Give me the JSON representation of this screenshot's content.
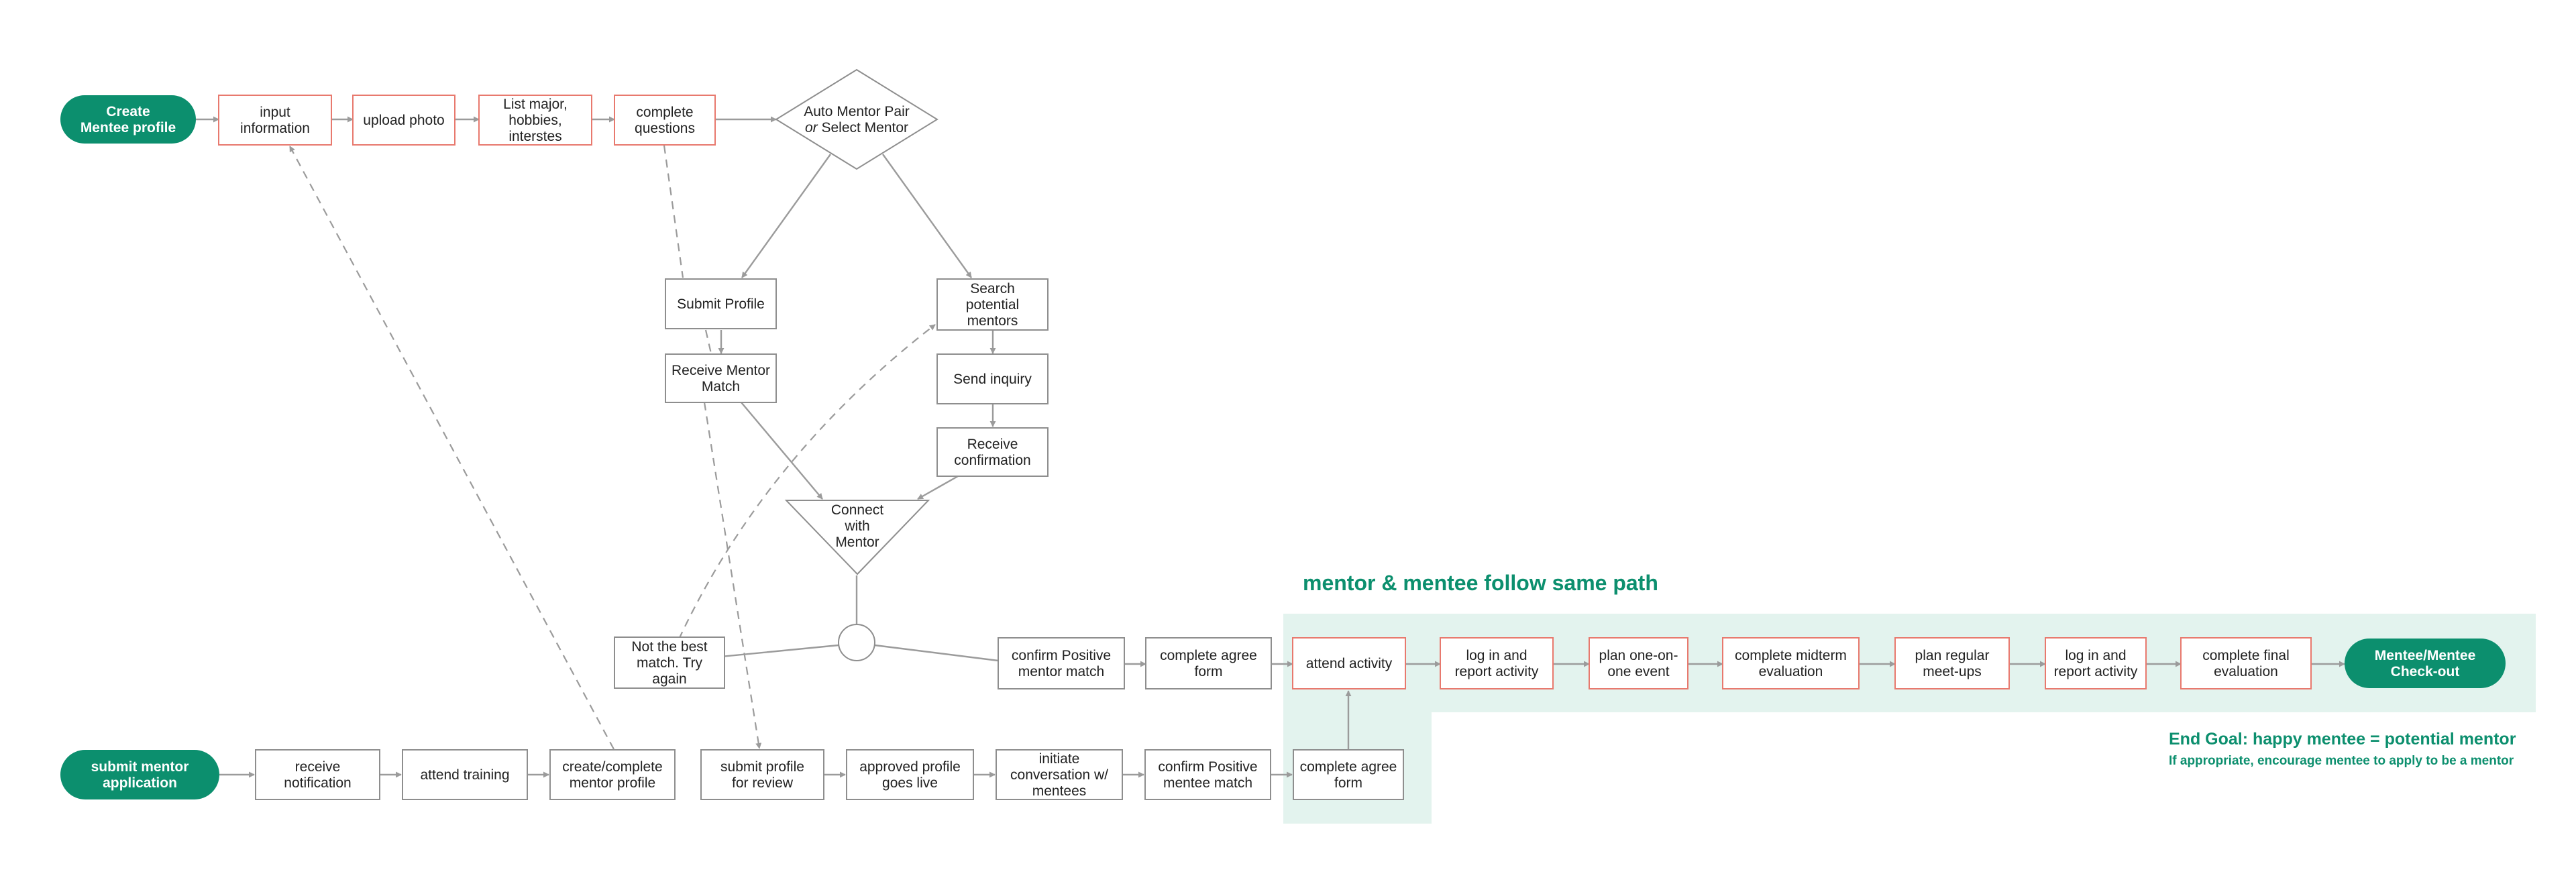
{
  "colors": {
    "accent": "#0c8f6e",
    "highlight_bg": "#e3f3ee",
    "mentee_border": "#e8796e",
    "mentor_border": "#8e8e8e",
    "connector": "#9b9b9b"
  },
  "shared_path_heading": "mentor & mentee follow same path",
  "end_goal": {
    "title": "End Goal: happy mentee = potential mentor",
    "subtitle": "If appropriate, encourage mentee to apply to be a mentor"
  },
  "nodes": {
    "create_mentee": {
      "lines": [
        "Create",
        "Mentee profile"
      ]
    },
    "input_info": {
      "lines": [
        "input",
        "information"
      ]
    },
    "upload_photo": {
      "lines": [
        "upload photo"
      ]
    },
    "list_major": {
      "lines": [
        "List major,",
        "hobbies,",
        "interstes"
      ]
    },
    "complete_questions": {
      "lines": [
        "complete",
        "questions"
      ]
    },
    "auto_pair": {
      "lines": [
        "Auto Mentor Pair",
        "or Select Mentor"
      ]
    },
    "submit_profile": {
      "lines": [
        "Submit Profile"
      ]
    },
    "receive_match": {
      "lines": [
        "Receive Mentor",
        "Match"
      ]
    },
    "search_mentors": {
      "lines": [
        "Search",
        "potential",
        "mentors"
      ]
    },
    "send_inquiry": {
      "lines": [
        "Send inquiry"
      ]
    },
    "receive_confirmation": {
      "lines": [
        "Receive",
        "confirmation"
      ]
    },
    "connect_mentor": {
      "lines": [
        "Connect",
        "with",
        "Mentor"
      ]
    },
    "not_best_match": {
      "lines": [
        "Not the best",
        "match. Try",
        "again"
      ]
    },
    "confirm_positive_mentor": {
      "lines": [
        "confirm Positive",
        "mentor match"
      ]
    },
    "complete_agree_top": {
      "lines": [
        "complete agree",
        "form"
      ]
    },
    "attend_activity": {
      "lines": [
        "attend activity"
      ]
    },
    "log_in_report_1": {
      "lines": [
        "log in and",
        "report activity"
      ]
    },
    "plan_one_on_one": {
      "lines": [
        "plan one-on-",
        "one event"
      ]
    },
    "complete_midterm": {
      "lines": [
        "complete midterm",
        "evaluation"
      ]
    },
    "plan_meetups": {
      "lines": [
        "plan regular",
        "meet-ups"
      ]
    },
    "log_in_report_2": {
      "lines": [
        "log in and",
        "report activity"
      ]
    },
    "complete_final": {
      "lines": [
        "complete final",
        "evaluation"
      ]
    },
    "checkout": {
      "lines": [
        "Mentee/Mentee",
        "Check-out"
      ]
    },
    "submit_mentor_app": {
      "lines": [
        "submit mentor",
        "application"
      ]
    },
    "receive_notification": {
      "lines": [
        "receive",
        "notification"
      ]
    },
    "attend_training": {
      "lines": [
        "attend training"
      ]
    },
    "create_mentor_profile": {
      "lines": [
        "create/complete",
        "mentor profile"
      ]
    },
    "submit_for_review": {
      "lines": [
        "submit profile",
        "for review"
      ]
    },
    "approved_live": {
      "lines": [
        "approved profile",
        "goes live"
      ]
    },
    "initiate_conversation": {
      "lines": [
        "initiate",
        "conversation w/",
        "mentees"
      ]
    },
    "confirm_positive_mentee": {
      "lines": [
        "confirm Positive",
        "mentee match"
      ]
    },
    "complete_agree_bottom": {
      "lines": [
        "complete agree",
        "form"
      ]
    }
  }
}
